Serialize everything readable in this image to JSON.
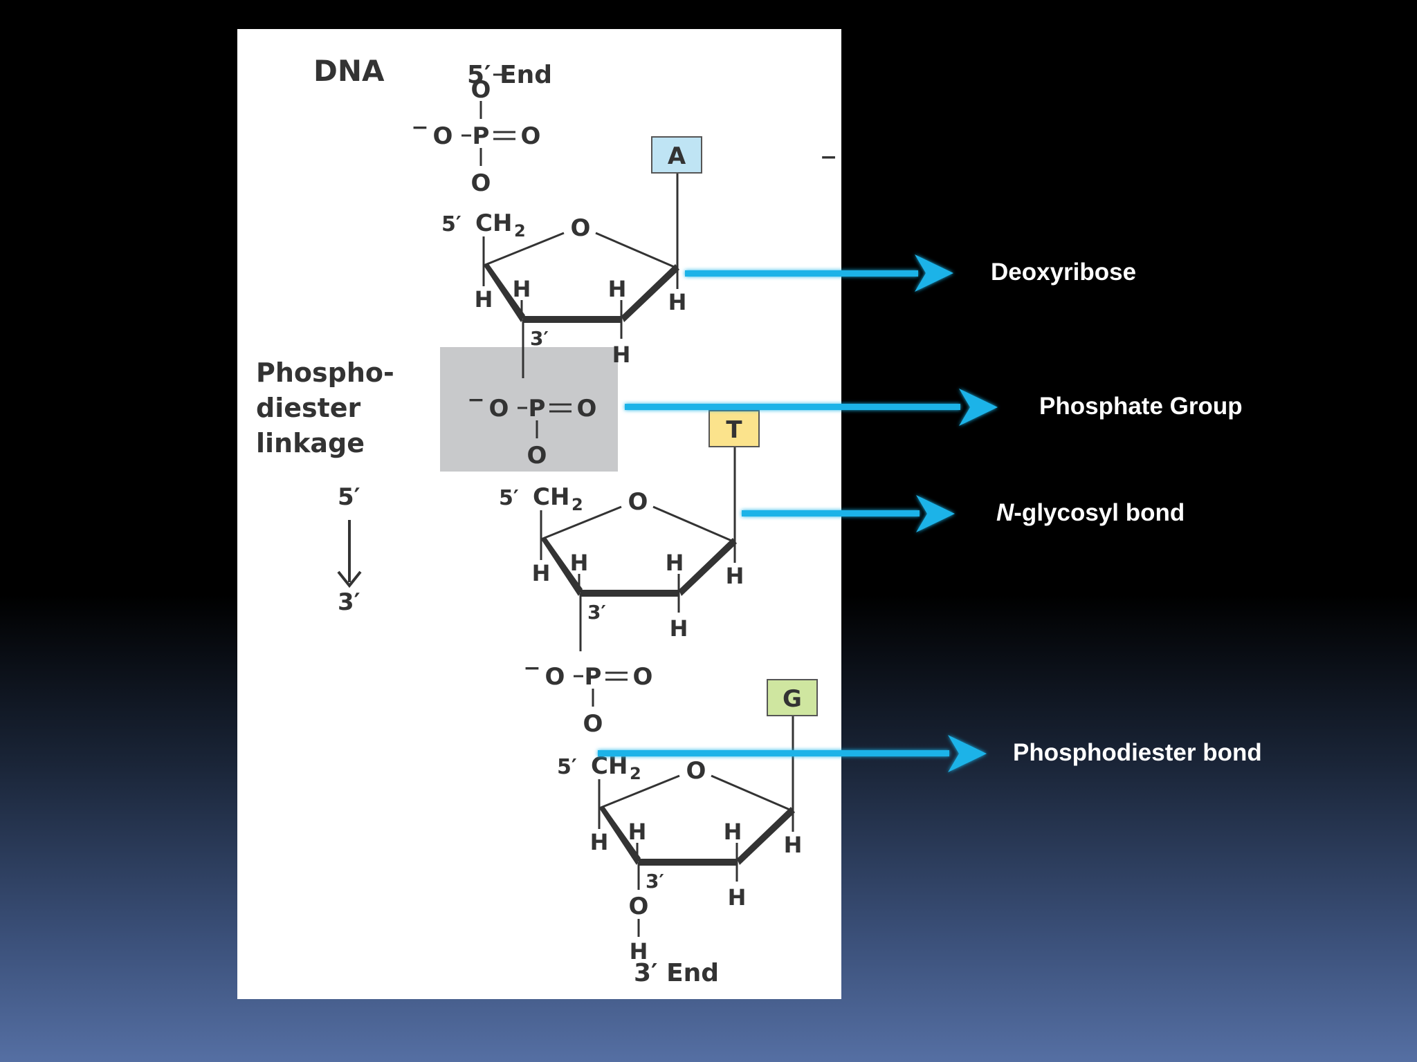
{
  "diagram": {
    "title": "DNA",
    "five_prime_end": "5′ End",
    "three_prime_end": "3′ End",
    "linkage_label": [
      "Phospho-",
      "diester",
      "linkage"
    ],
    "direction_top": "5′",
    "direction_bottom": "3′",
    "bases": [
      {
        "letter": "A",
        "color": "#bfe4f4"
      },
      {
        "letter": "T",
        "color": "#fbe38c"
      },
      {
        "letter": "G",
        "color": "#cfe6a0"
      }
    ],
    "atoms": {
      "oxygen": "O",
      "phosphorus": "P",
      "hydrogen": "H",
      "ch2_prefix": "5′",
      "ch2": "CH",
      "ch2_sub": "2",
      "three_prime": "3′",
      "minus": "−"
    }
  },
  "callouts": [
    {
      "label": "Deoxyribose"
    },
    {
      "label": "Phosphate Group"
    },
    {
      "label_italic": "N",
      "label": "-glycosyl bond"
    },
    {
      "label": "Phosphodiester bond"
    }
  ],
  "colors": {
    "arrow": "#1fb3e8",
    "linkage_box": "#c8c9cb",
    "diagram_text": "#333333"
  }
}
